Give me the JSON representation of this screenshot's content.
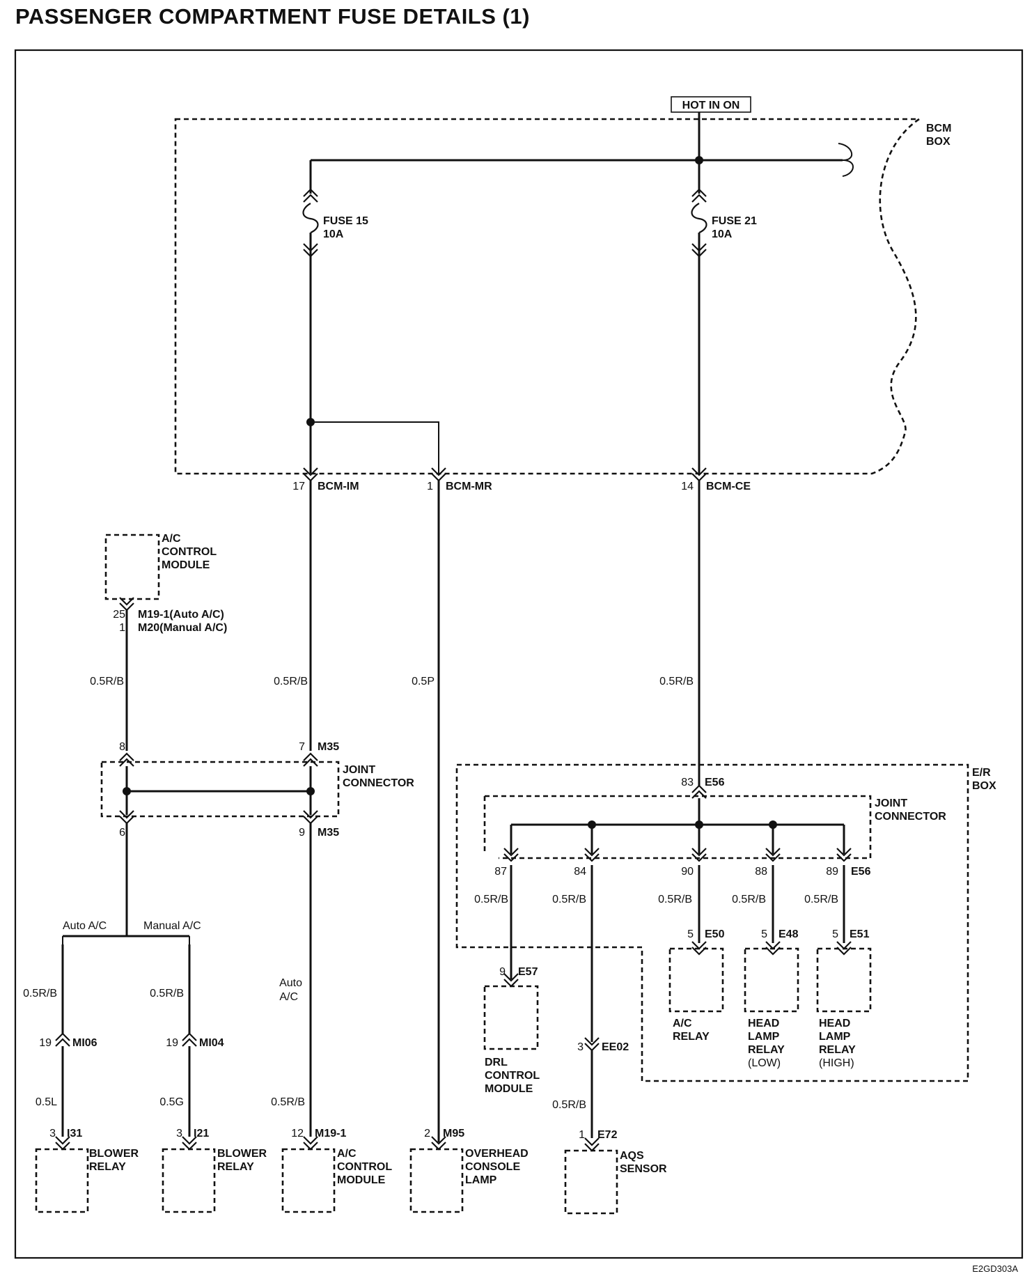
{
  "title": "PASSENGER COMPARTMENT FUSE DETAILS (1)",
  "figure_code": "E2GD303A",
  "power_source": "HOT IN ON",
  "boxes": {
    "bcm_box": [
      "BCM",
      "BOX"
    ],
    "er_box": [
      "E/R",
      "BOX"
    ]
  },
  "fuses": [
    {
      "name": "FUSE 15",
      "rating": "10A"
    },
    {
      "name": "FUSE 21",
      "rating": "10A"
    }
  ],
  "bcm_outputs": [
    {
      "pin": "17",
      "connector": "BCM-IM"
    },
    {
      "pin": "1",
      "connector": "BCM-MR"
    },
    {
      "pin": "14",
      "connector": "BCM-CE"
    }
  ],
  "ac_module_top": {
    "label": [
      "A/C",
      "CONTROL",
      "MODULE"
    ],
    "pins": [
      {
        "pin": "25",
        "connector": "M19-1(Auto A/C)"
      },
      {
        "pin": "1",
        "connector": "M20(Manual A/C)"
      }
    ]
  },
  "wire_colors": {
    "w1": "0.5R/B",
    "w2": "0.5R/B",
    "w3": "0.5P",
    "w4": "0.5R/B",
    "w5": "0.5R/B",
    "w6": "0.5R/B",
    "w7": "0.5R/B",
    "w8": "0.5R/B",
    "w9": "0.5R/B",
    "w10": "0.5R/B",
    "w11": "0.5R/B",
    "w12": "0.5L",
    "w13": "0.5G",
    "w14": "0.5R/B",
    "w15": "0.5R/B"
  },
  "left_joint": {
    "label": [
      "JOINT",
      "CONNECTOR"
    ],
    "pins": {
      "in_a": "8",
      "in_b": "7",
      "in_conn": "M35",
      "out_a": "6",
      "out_b": "9",
      "out_conn": "M35"
    }
  },
  "branch": {
    "auto": "Auto A/C",
    "manual": "Manual A/C",
    "auto_note": [
      "Auto",
      "A/C"
    ]
  },
  "inline_connectors": [
    {
      "pin": "19",
      "connector": "MI06"
    },
    {
      "pin": "19",
      "connector": "MI04"
    },
    {
      "pin": "3",
      "connector": "EE02"
    }
  ],
  "right_joint": {
    "label": [
      "JOINT",
      "CONNECTOR"
    ],
    "input": {
      "pin": "83",
      "connector": "E56"
    },
    "outputs": [
      "87",
      "84",
      "90",
      "88",
      "89"
    ],
    "out_conn": "E56"
  },
  "bottom_components": [
    {
      "pin": "3",
      "connector": "I31",
      "label": [
        "BLOWER",
        "RELAY"
      ]
    },
    {
      "pin": "3",
      "connector": "I21",
      "label": [
        "BLOWER",
        "RELAY"
      ]
    },
    {
      "pin": "12",
      "connector": "M19-1",
      "label": [
        "A/C",
        "CONTROL",
        "MODULE"
      ]
    },
    {
      "pin": "2",
      "connector": "M95",
      "label": [
        "OVERHEAD",
        "CONSOLE",
        "LAMP"
      ]
    },
    {
      "pin": "1",
      "connector": "E72",
      "label": [
        "AQS",
        "SENSOR"
      ]
    }
  ],
  "er_components": [
    {
      "pin": "9",
      "connector": "E57",
      "label": [
        "DRL",
        "CONTROL",
        "MODULE"
      ]
    },
    {
      "pin": "5",
      "connector": "E50",
      "label": [
        "A/C",
        "RELAY"
      ]
    },
    {
      "pin": "5",
      "connector": "E48",
      "label": [
        "HEAD",
        "LAMP",
        "RELAY",
        "(LOW)"
      ]
    },
    {
      "pin": "5",
      "connector": "E51",
      "label": [
        "HEAD",
        "LAMP",
        "RELAY",
        "(HIGH)"
      ]
    }
  ]
}
